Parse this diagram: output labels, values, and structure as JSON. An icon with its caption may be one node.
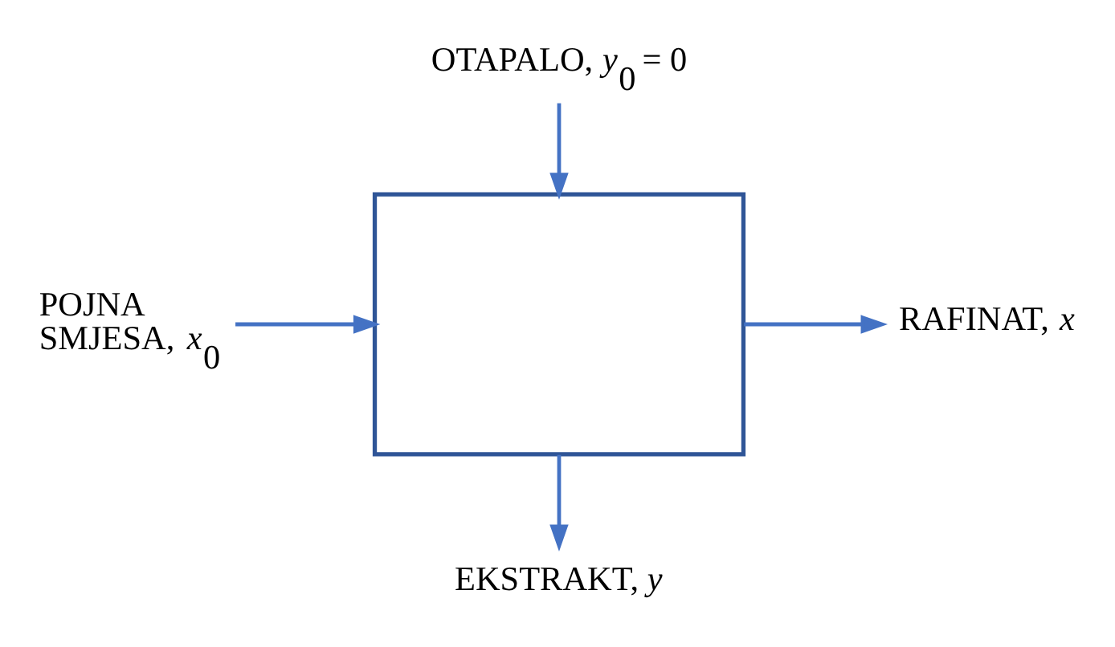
{
  "diagram": {
    "nodes": [
      {
        "text": [],
        "shape": "box"
      },
      {
        "text": [
          "OTAPALO, *y*$_{0}$ = 0"
        ]
      },
      {
        "text": [
          "POJNA SMJESA, *x*$_{0}$"
        ]
      },
      {
        "text": [
          "RAFINAT, *x*"
        ]
      },
      {
        "text": [
          "EKSTRAKT, *y*"
        ]
      }
    ],
    "edges": [
      {
        "from": 1,
        "to": 0,
        "arrow": "to"
      },
      {
        "from": 2,
        "to": 0,
        "arrow": "to"
      },
      {
        "from": 0,
        "to": 3,
        "arrow": "to"
      },
      {
        "from": 0,
        "to": 4,
        "arrow": "to"
      }
    ]
  }
}
